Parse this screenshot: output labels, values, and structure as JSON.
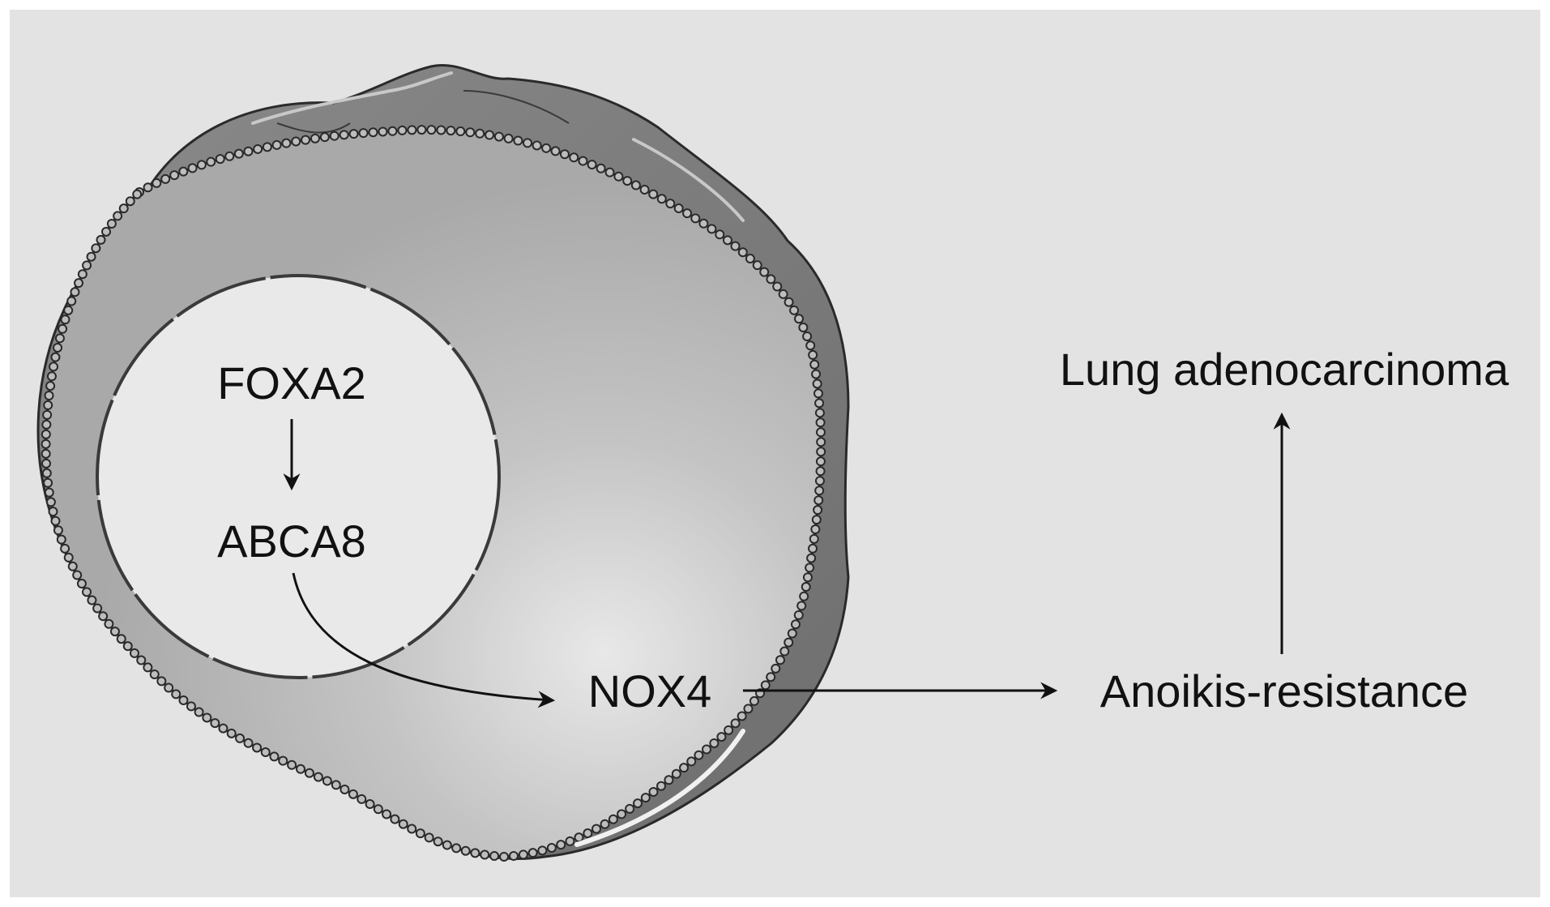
{
  "labels": {
    "foxa2": "FOXA2",
    "abca8": "ABCA8",
    "nox4": "NOX4",
    "anoikis": "Anoikis-resistance",
    "lung": "Lung adenocarcinoma"
  },
  "colors": {
    "background": "#e3e3e3",
    "cell_outer": "#7d7d7d",
    "cytoplasm": "#b6b6b6",
    "nucleus": "#e9e9e9",
    "membrane_bead": "#bdbdbd",
    "arrow": "#111111"
  }
}
